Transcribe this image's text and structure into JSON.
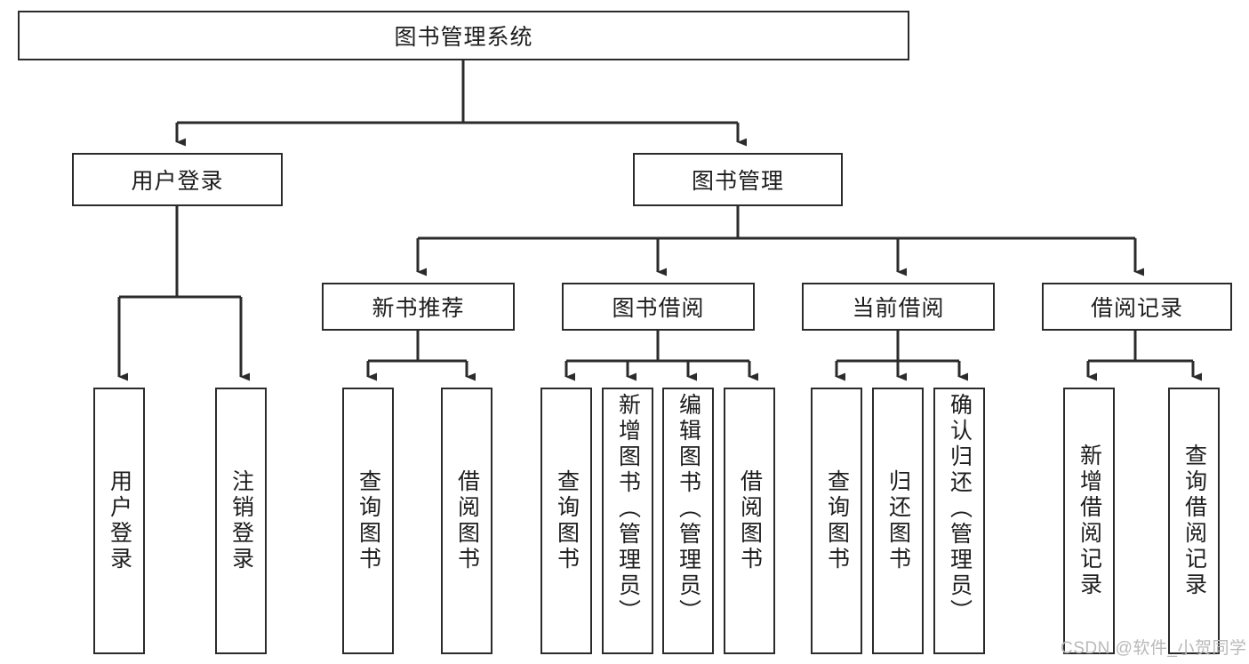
{
  "diagram": {
    "type": "tree",
    "title": "图书管理系统",
    "root": {
      "label": "图书管理系统"
    },
    "level1": [
      {
        "label": "用户登录"
      },
      {
        "label": "图书管理"
      }
    ],
    "level2": [
      {
        "label": "新书推荐",
        "parent": "图书管理"
      },
      {
        "label": "图书借阅",
        "parent": "图书管理"
      },
      {
        "label": "当前借阅",
        "parent": "图书管理"
      },
      {
        "label": "借阅记录",
        "parent": "图书管理"
      }
    ],
    "leaves": [
      {
        "label": "用户登录",
        "parent": "用户登录"
      },
      {
        "label": "注销登录",
        "parent": "用户登录"
      },
      {
        "label": "查询图书",
        "parent": "新书推荐"
      },
      {
        "label": "借阅图书",
        "parent": "新书推荐"
      },
      {
        "label": "查询图书",
        "parent": "图书借阅"
      },
      {
        "label": "新增图书（管理员）",
        "parent": "图书借阅"
      },
      {
        "label": "编辑图书（管理员）",
        "parent": "图书借阅"
      },
      {
        "label": "借阅图书",
        "parent": "图书借阅"
      },
      {
        "label": "查询图书",
        "parent": "当前借阅"
      },
      {
        "label": "归还图书",
        "parent": "当前借阅"
      },
      {
        "label": "确认归还（管理员）",
        "parent": "当前借阅"
      },
      {
        "label": "新增借阅记录",
        "parent": "借阅记录"
      },
      {
        "label": "查询借阅记录",
        "parent": "借阅记录"
      }
    ],
    "colors": {
      "stroke": "#2b2b2b",
      "fill": "#ffffff",
      "text": "#1d1d1d",
      "watermark": "#b9b9b9"
    }
  },
  "watermark": {
    "text": "CSDN @软件_小贺同学"
  }
}
